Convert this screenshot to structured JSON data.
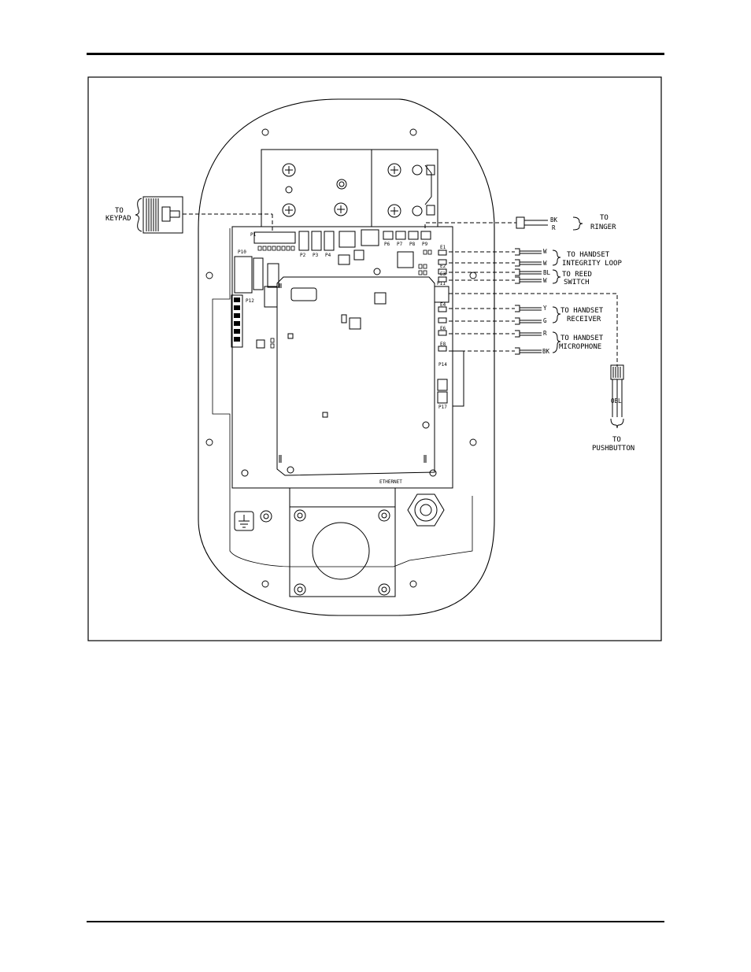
{
  "labels": {
    "to_keypad_1": "TO",
    "to_keypad_2": "KEYPAD",
    "to_ringer_1": "TO",
    "to_ringer_2": "RINGER",
    "ringer_wire_bk": "BK",
    "ringer_wire_r": "R",
    "integrity_1": "TO HANDSET",
    "integrity_2": "INTEGRITY LOOP",
    "reed_1": "TO REED",
    "reed_2": "SWITCH",
    "receiver_1": "TO HANDSET",
    "receiver_2": "RECEIVER",
    "microphone_1": "TO HANDSET",
    "microphone_2": "MICROPHONE",
    "pushbutton_1": "TO",
    "pushbutton_2": "PUSHBUTTON",
    "pushbutton_wires": "OBL",
    "ethernet": "ETHERNET"
  },
  "wire_codes": {
    "w1": "W",
    "w2": "W",
    "bl": "BL",
    "w3": "W",
    "y": "Y",
    "g": "G",
    "r": "R",
    "bk": "BK"
  },
  "board_labels": {
    "p1": "P1",
    "p2": "P2",
    "p3": "P3",
    "p4": "P4",
    "p6": "P6",
    "p7": "P7",
    "p8": "P8",
    "p9": "P9",
    "p10": "P10",
    "p11": "P11",
    "p12": "P12",
    "p14": "P14",
    "p17": "P17",
    "e1": "E1",
    "e2": "E2",
    "e3": "E3",
    "e4": "E4",
    "e6": "E6",
    "e8": "E8"
  }
}
